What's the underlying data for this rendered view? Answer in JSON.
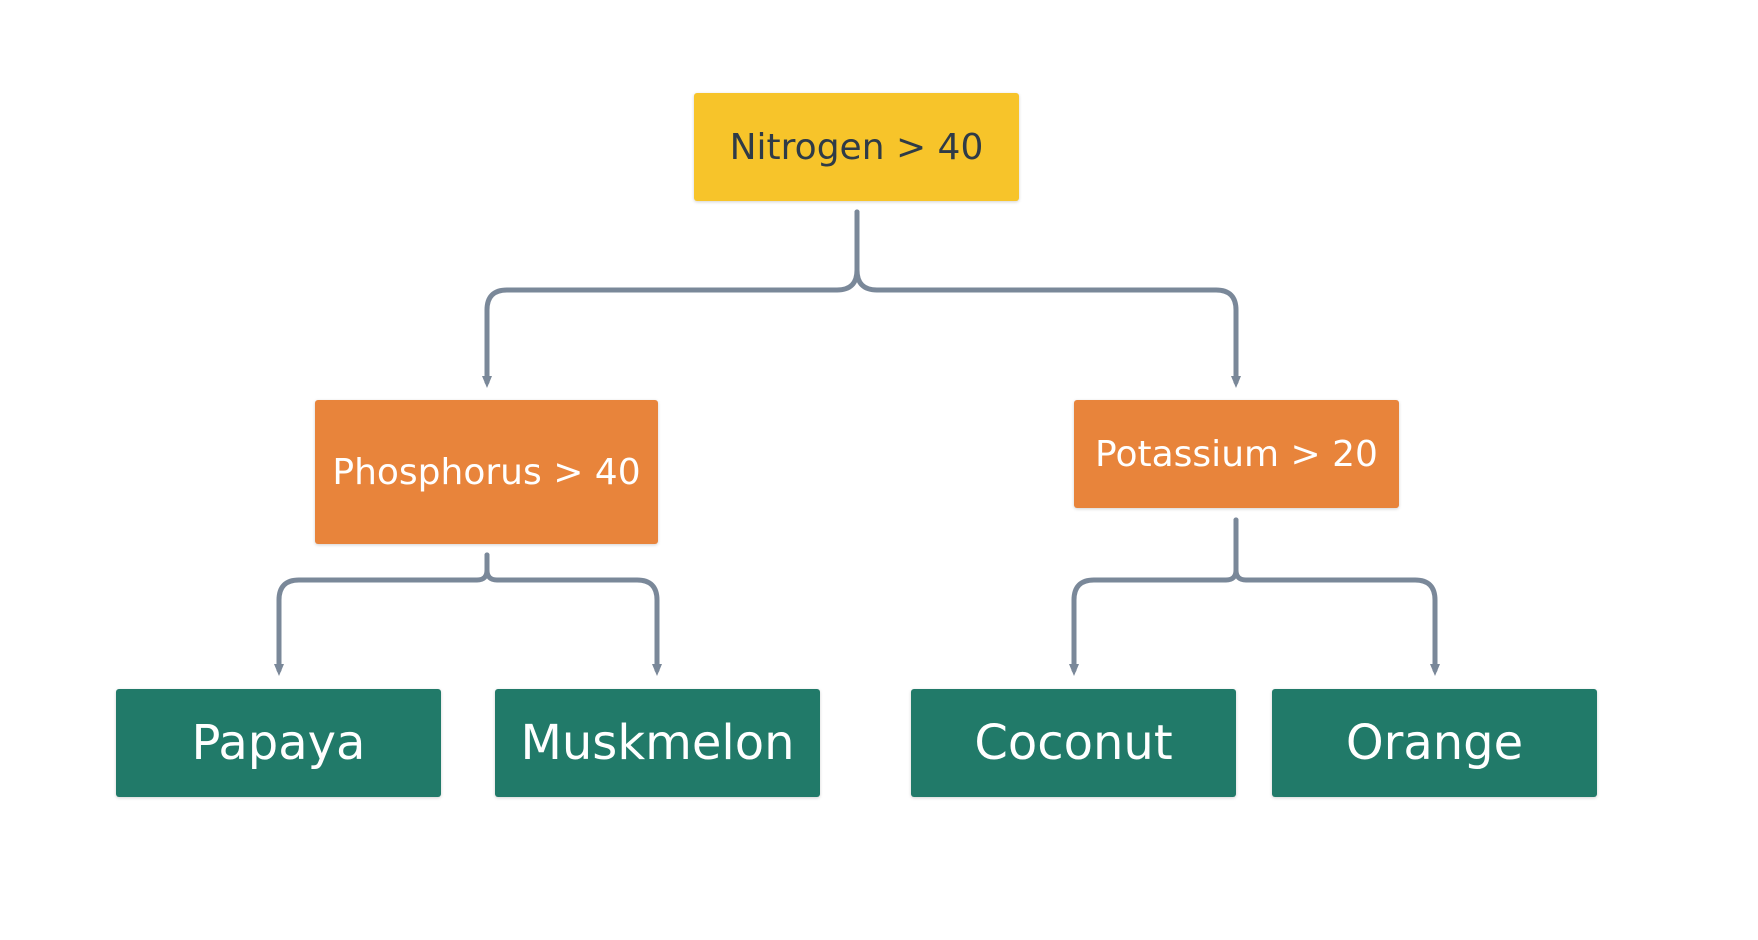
{
  "colors": {
    "root_fill": "#F7C42A",
    "root_text": "#2f3b47",
    "decision_fill": "#E8843B",
    "decision_text": "#ffffff",
    "leaf_fill": "#217A69",
    "leaf_text": "#ffffff",
    "edge": "#7A8899"
  },
  "tree": {
    "root": {
      "label": "Nitrogen > 40"
    },
    "left": {
      "label": "Phosphorus > 40"
    },
    "right": {
      "label": "Potassium > 20"
    },
    "leaves": [
      {
        "label": "Papaya"
      },
      {
        "label": "Muskmelon"
      },
      {
        "label": "Coconut"
      },
      {
        "label": "Orange"
      }
    ]
  }
}
